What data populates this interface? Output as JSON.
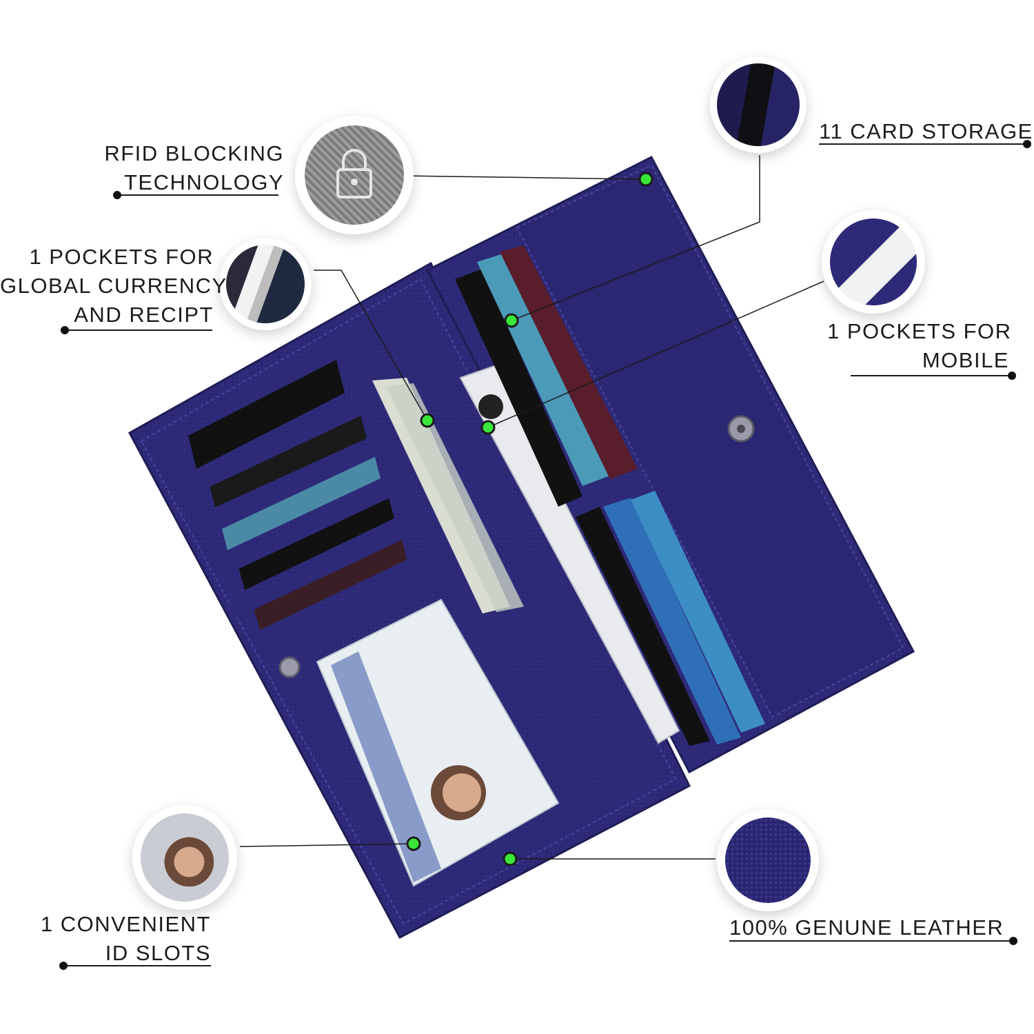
{
  "features": {
    "rfid": {
      "lines": [
        "RFID BLOCKING",
        "TECHNOLOGY"
      ],
      "icon": "lock-icon"
    },
    "currency": {
      "lines": [
        "1 POCKETS FOR",
        "GLOBAL CURRENCY",
        "AND RECIPT"
      ]
    },
    "id_slots": {
      "lines": [
        "1 CONVENIENT",
        "ID SLOTS"
      ]
    },
    "card_storage": {
      "lines": [
        "11 CARD STORAGE"
      ]
    },
    "mobile": {
      "lines": [
        "1 POCKETS FOR",
        "MOBILE"
      ]
    },
    "leather": {
      "lines": [
        "100% GENUNE LEATHER"
      ]
    }
  },
  "colors": {
    "wallet": "#2e2a78",
    "wallet_dark": "#221f5e",
    "wallet_light": "#3a358f",
    "marker": "#39e639",
    "text": "#1b1b1b"
  }
}
